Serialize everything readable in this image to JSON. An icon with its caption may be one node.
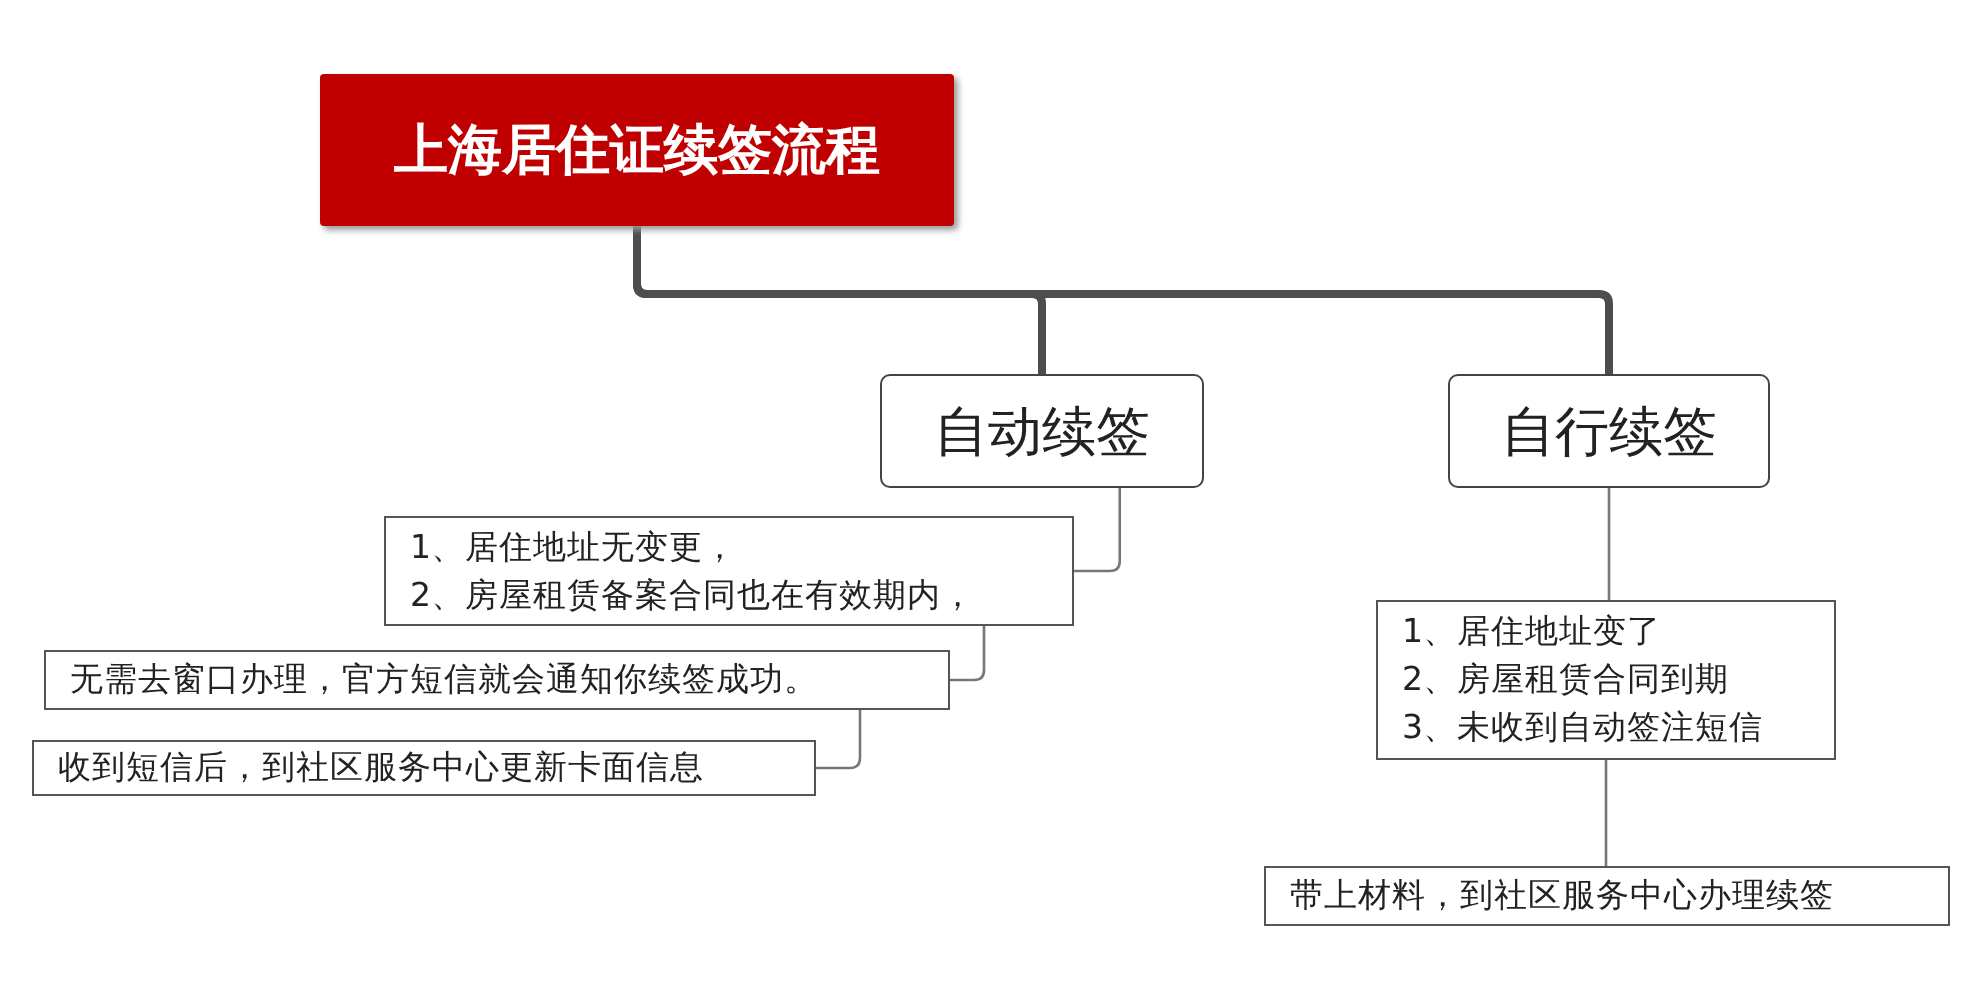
{
  "diagram": {
    "nodes": [
      {
        "text": [
          "上海居住证续签流程"
        ]
      },
      {
        "text": [
          "自动续签"
        ]
      },
      {
        "text": [
          "自行续签"
        ]
      },
      {
        "text": [
          "1、居住地址无变更，",
          "2、房屋租赁备案合同也在有效期内，"
        ]
      },
      {
        "text": [
          "无需去窗口办理，官方短信就会通知你续签成功。"
        ]
      },
      {
        "text": [
          "收到短信后，到社区服务中心更新卡面信息"
        ]
      },
      {
        "text": [
          "1、居住地址变了",
          "2、房屋租赁合同到期",
          "3、未收到自动签注短信"
        ]
      },
      {
        "text": [
          "带上材料，到社区服务中心办理续签"
        ]
      }
    ],
    "edges": [
      {
        "from": 0,
        "to": 1,
        "arrow": "none",
        "style": "thick"
      },
      {
        "from": 0,
        "to": 2,
        "arrow": "none",
        "style": "thick"
      },
      {
        "from": 1,
        "to": 3,
        "arrow": "none"
      },
      {
        "from": 3,
        "to": 4,
        "arrow": "none"
      },
      {
        "from": 4,
        "to": 5,
        "arrow": "none"
      },
      {
        "from": 2,
        "to": 6,
        "arrow": "none"
      },
      {
        "from": 6,
        "to": 7,
        "arrow": "none"
      }
    ]
  }
}
